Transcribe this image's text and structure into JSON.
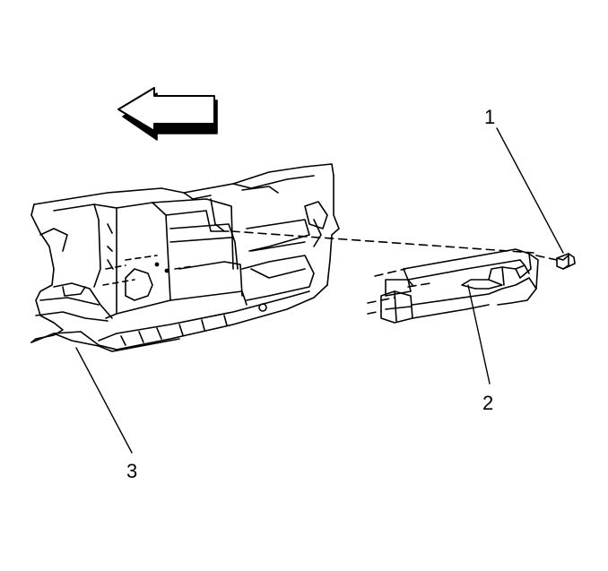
{
  "callouts": [
    {
      "id": "1",
      "label": "1"
    },
    {
      "id": "2",
      "label": "2"
    },
    {
      "id": "3",
      "label": "3"
    }
  ],
  "direction_arrow": {
    "icon": "left-arrow-icon",
    "points": "left"
  },
  "colors": {
    "line": "#000000",
    "background": "#ffffff"
  }
}
